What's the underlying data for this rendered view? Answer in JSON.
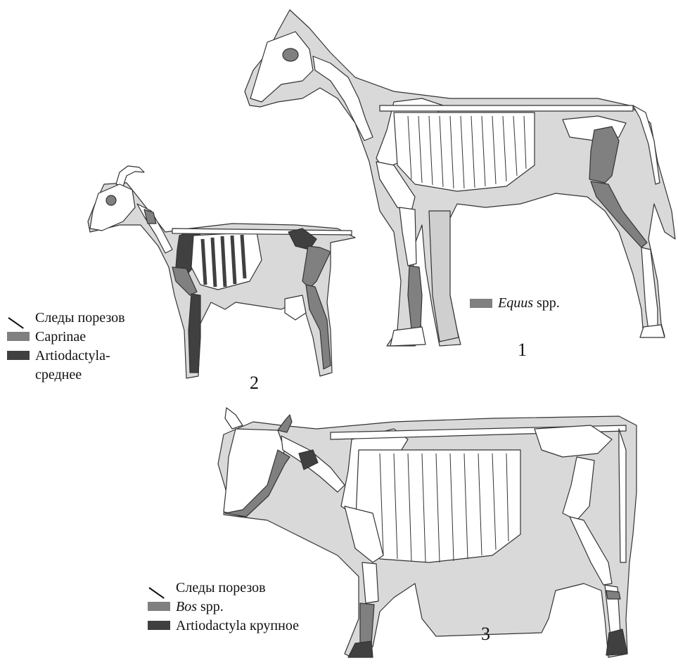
{
  "figures": {
    "horse": {
      "number": "1",
      "legend": {
        "genus": "Equus",
        "suffix": " spp."
      }
    },
    "goat": {
      "number": "2",
      "legend": {
        "cut_marks": "Следы порезов",
        "taxon": "Caprinae",
        "medium": "Artiodactyla-",
        "medium_line2": "среднее"
      }
    },
    "cow": {
      "number": "3",
      "legend": {
        "cut_marks": "Следы порезов",
        "genus": "Bos",
        "suffix": " spp.",
        "large": "Artiodactyla крупное"
      }
    }
  },
  "colors": {
    "silhouette": "#d9d9d9",
    "bone": "#ffffff",
    "bone_outline": "#1a1a1a",
    "taxon_highlight": "#808080",
    "artiodactyla_highlight": "#404040"
  }
}
